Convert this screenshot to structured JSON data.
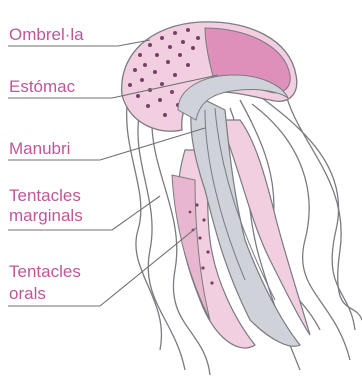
{
  "labels": {
    "ombrella": "Ombrel·la",
    "estomac": "Estómac",
    "manubri": "Manubri",
    "tentacles_marginals": [
      "Tentacles",
      "marginals"
    ],
    "tentacles_orals": [
      "Tentacles",
      "orals"
    ]
  },
  "colors": {
    "label_text": "#c0569a",
    "leader_line": "#707070",
    "bell_fill": "#f2cfe0",
    "bell_dark": "#de8fba",
    "stomach": "#cfd2d8",
    "outline": "#7a7a82",
    "spots": "#7a3f66"
  }
}
